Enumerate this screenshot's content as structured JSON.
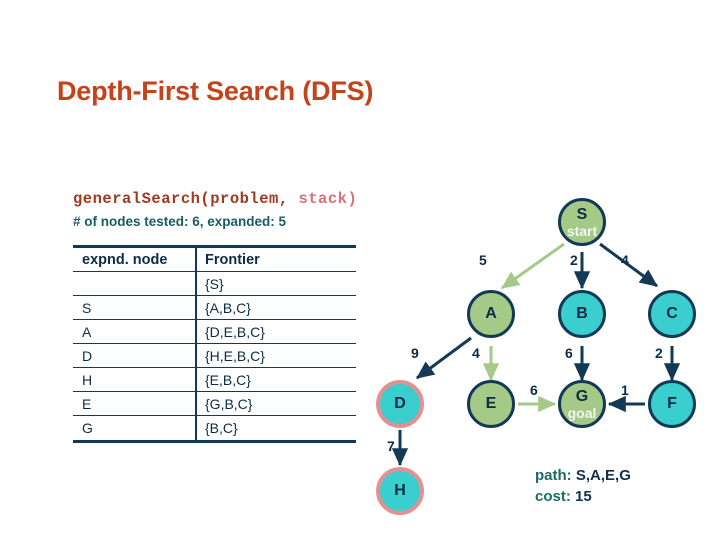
{
  "slide": {
    "title": "Depth-First Search (DFS)",
    "title_color": "#C4431B"
  },
  "code": {
    "call_prefix": "generalSearch(problem, ",
    "call_arg2": "stack)",
    "prefix_color": "#9E3A22",
    "arg2_color": "#D4737B"
  },
  "stats": {
    "text": "# of nodes tested: 6, expanded: 5",
    "color": "#1A5C63"
  },
  "table": {
    "headers": [
      "expnd. node",
      "Frontier"
    ],
    "rows": [
      {
        "node": "",
        "frontier": "{S}"
      },
      {
        "node": "S",
        "frontier": "{A,B,C}"
      },
      {
        "node": "A",
        "frontier": "{D,E,B,C}"
      },
      {
        "node": "D",
        "frontier": "{H,E,B,C}"
      },
      {
        "node": "H",
        "frontier": "{E,B,C}"
      },
      {
        "node": "E",
        "frontier": "{G,B,C}"
      },
      {
        "node": "G",
        "frontier": "{B,C}"
      }
    ]
  },
  "graph": {
    "nodes": [
      {
        "id": "S",
        "label": "S",
        "sub": "start",
        "style": "green"
      },
      {
        "id": "A",
        "label": "A",
        "sub": "",
        "style": "green"
      },
      {
        "id": "B",
        "label": "B",
        "sub": "",
        "style": "cyan"
      },
      {
        "id": "C",
        "label": "C",
        "sub": "",
        "style": "cyan"
      },
      {
        "id": "D",
        "label": "D",
        "sub": "",
        "style": "ring"
      },
      {
        "id": "E",
        "label": "E",
        "sub": "",
        "style": "green"
      },
      {
        "id": "G",
        "label": "G",
        "sub": "goal",
        "style": "green"
      },
      {
        "id": "F",
        "label": "F",
        "sub": "",
        "style": "cyan"
      },
      {
        "id": "H",
        "label": "H",
        "sub": "",
        "style": "ring"
      }
    ],
    "edges": [
      {
        "from": "S",
        "to": "A",
        "weight": "5",
        "on_path": true
      },
      {
        "from": "S",
        "to": "B",
        "weight": "2",
        "on_path": false
      },
      {
        "from": "S",
        "to": "C",
        "weight": "4",
        "on_path": false
      },
      {
        "from": "A",
        "to": "D",
        "weight": "9",
        "on_path": false
      },
      {
        "from": "A",
        "to": "E",
        "weight": "4",
        "on_path": true
      },
      {
        "from": "B",
        "to": "G",
        "weight": "6",
        "on_path": false
      },
      {
        "from": "C",
        "to": "F",
        "weight": "2",
        "on_path": false
      },
      {
        "from": "E",
        "to": "G",
        "weight": "6",
        "on_path": true
      },
      {
        "from": "F",
        "to": "G",
        "weight": "1",
        "on_path": false
      },
      {
        "from": "D",
        "to": "H",
        "weight": "7",
        "on_path": false
      }
    ],
    "colors": {
      "node_green": "#A5C987",
      "node_cyan": "#3ACFCE",
      "node_border": "#123A56",
      "node_ring": "#E59090",
      "edge": "#123A56",
      "edge_path": "#A5C987"
    }
  },
  "result": {
    "path_label": "path:",
    "path_value": "S,A,E,G",
    "cost_label": "cost:",
    "cost_value": "15"
  }
}
